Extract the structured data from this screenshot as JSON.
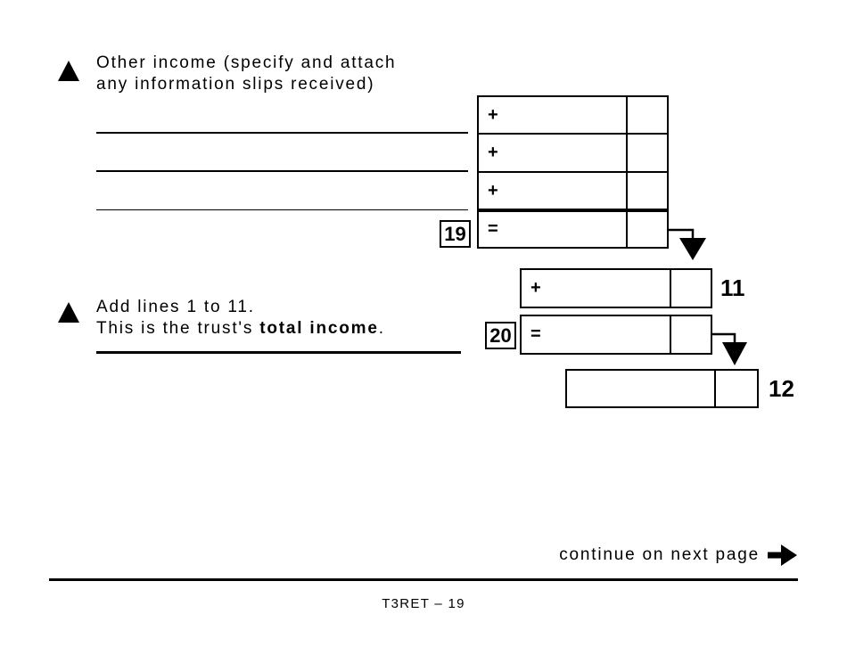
{
  "colors": {
    "ink": "#000000",
    "paper": "#ffffff"
  },
  "form": {
    "other_income": {
      "label_line1": "Other income (specify and attach",
      "label_line2": "any information slips received)",
      "rows": [
        {
          "op": "+"
        },
        {
          "op": "+"
        },
        {
          "op": "+"
        },
        {
          "op": "="
        }
      ],
      "line_code": "19"
    },
    "line_11": {
      "op": "+",
      "line_number": "11"
    },
    "total_income": {
      "label_line1": "Add lines 1 to 11.",
      "label_line2_normal": "This is the trust's ",
      "label_line2_bold": "total income",
      "label_line2_end": ".",
      "line_code": "20",
      "op": "=",
      "result_line_number": "12"
    }
  },
  "footer": {
    "continue_label": "continue on next page",
    "page_label": "T3RET – 19"
  }
}
